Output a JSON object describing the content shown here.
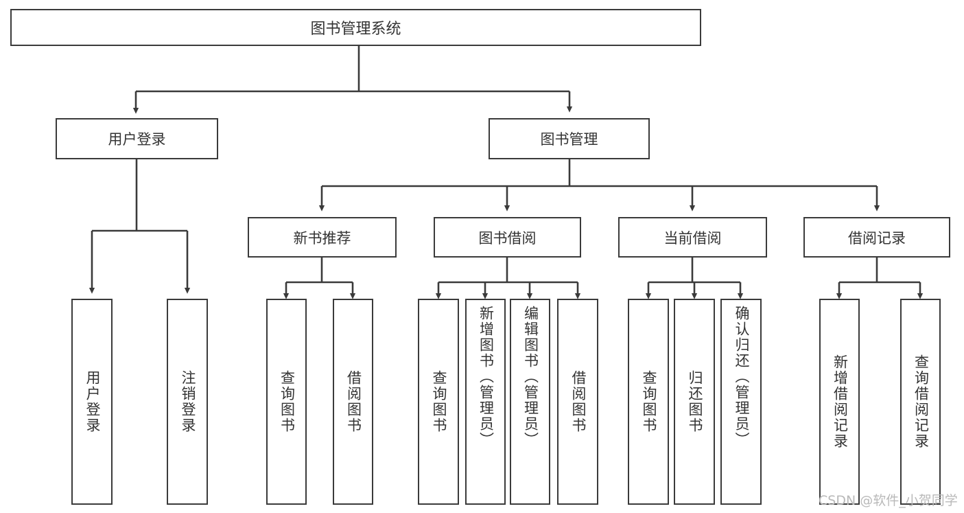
{
  "diagram": {
    "title": "图书管理系统",
    "type": "tree-hierarchy-chart",
    "colors": {
      "box_border": "#3a3a3a",
      "box_fill": "#ffffff",
      "text": "#333333",
      "connector": "#3a3a3a",
      "watermark": "#b9b9b9",
      "page_background": "#ffffff"
    }
  },
  "watermark": {
    "text": "CSDN @软件_小贺同学"
  },
  "nodes": {
    "root": {
      "label": "图书管理系统"
    },
    "level1": [
      {
        "id": "user-login",
        "label": "用户登录"
      },
      {
        "id": "book-manage",
        "label": "图书管理"
      }
    ],
    "level2": [
      {
        "id": "new-book-recommend",
        "label": "新书推荐"
      },
      {
        "id": "book-borrow",
        "label": "图书借阅"
      },
      {
        "id": "current-borrow",
        "label": "当前借阅"
      },
      {
        "id": "borrow-record",
        "label": "借阅记录"
      }
    ],
    "leaves": {
      "user_login": [
        {
          "id": "leaf-user-login",
          "label": "用户登录"
        },
        {
          "id": "leaf-logout-login",
          "label": "注销登录"
        }
      ],
      "new_book_recommend": [
        {
          "id": "leaf-query-book-1",
          "label": "查询图书"
        },
        {
          "id": "leaf-borrow-book-1",
          "label": "借阅图书"
        }
      ],
      "book_borrow": [
        {
          "id": "leaf-query-book-2",
          "label": "查询图书"
        },
        {
          "id": "leaf-add-book",
          "label": "新增图书（管理员）"
        },
        {
          "id": "leaf-edit-book",
          "label": "编辑图书（管理员）"
        },
        {
          "id": "leaf-borrow-book-2",
          "label": "借阅图书"
        }
      ],
      "current_borrow": [
        {
          "id": "leaf-query-book-3",
          "label": "查询图书"
        },
        {
          "id": "leaf-return-book",
          "label": "归还图书"
        },
        {
          "id": "leaf-confirm-return",
          "label": "确认归还（管理员）"
        }
      ],
      "borrow_record": [
        {
          "id": "leaf-add-record",
          "label": "新增借阅记录"
        },
        {
          "id": "leaf-query-record",
          "label": "查询借阅记录"
        }
      ]
    }
  }
}
